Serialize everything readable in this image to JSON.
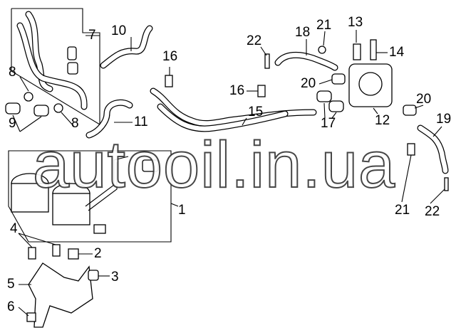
{
  "watermark": "autooil.in.ua",
  "callouts": {
    "c1": "1",
    "c2": "2",
    "c3": "3",
    "c4": "4",
    "c5": "5",
    "c6": "6",
    "c7": "7",
    "c8a": "8",
    "c8b": "8",
    "c9": "9",
    "c10": "10",
    "c11": "11",
    "c12": "12",
    "c13": "13",
    "c14": "14",
    "c15": "15",
    "c16a": "16",
    "c16b": "16",
    "c17": "17",
    "c18": "18",
    "c19": "19",
    "c20a": "20",
    "c20b": "20",
    "c21a": "21",
    "c21b": "21",
    "c22a": "22",
    "c22b": "22"
  }
}
